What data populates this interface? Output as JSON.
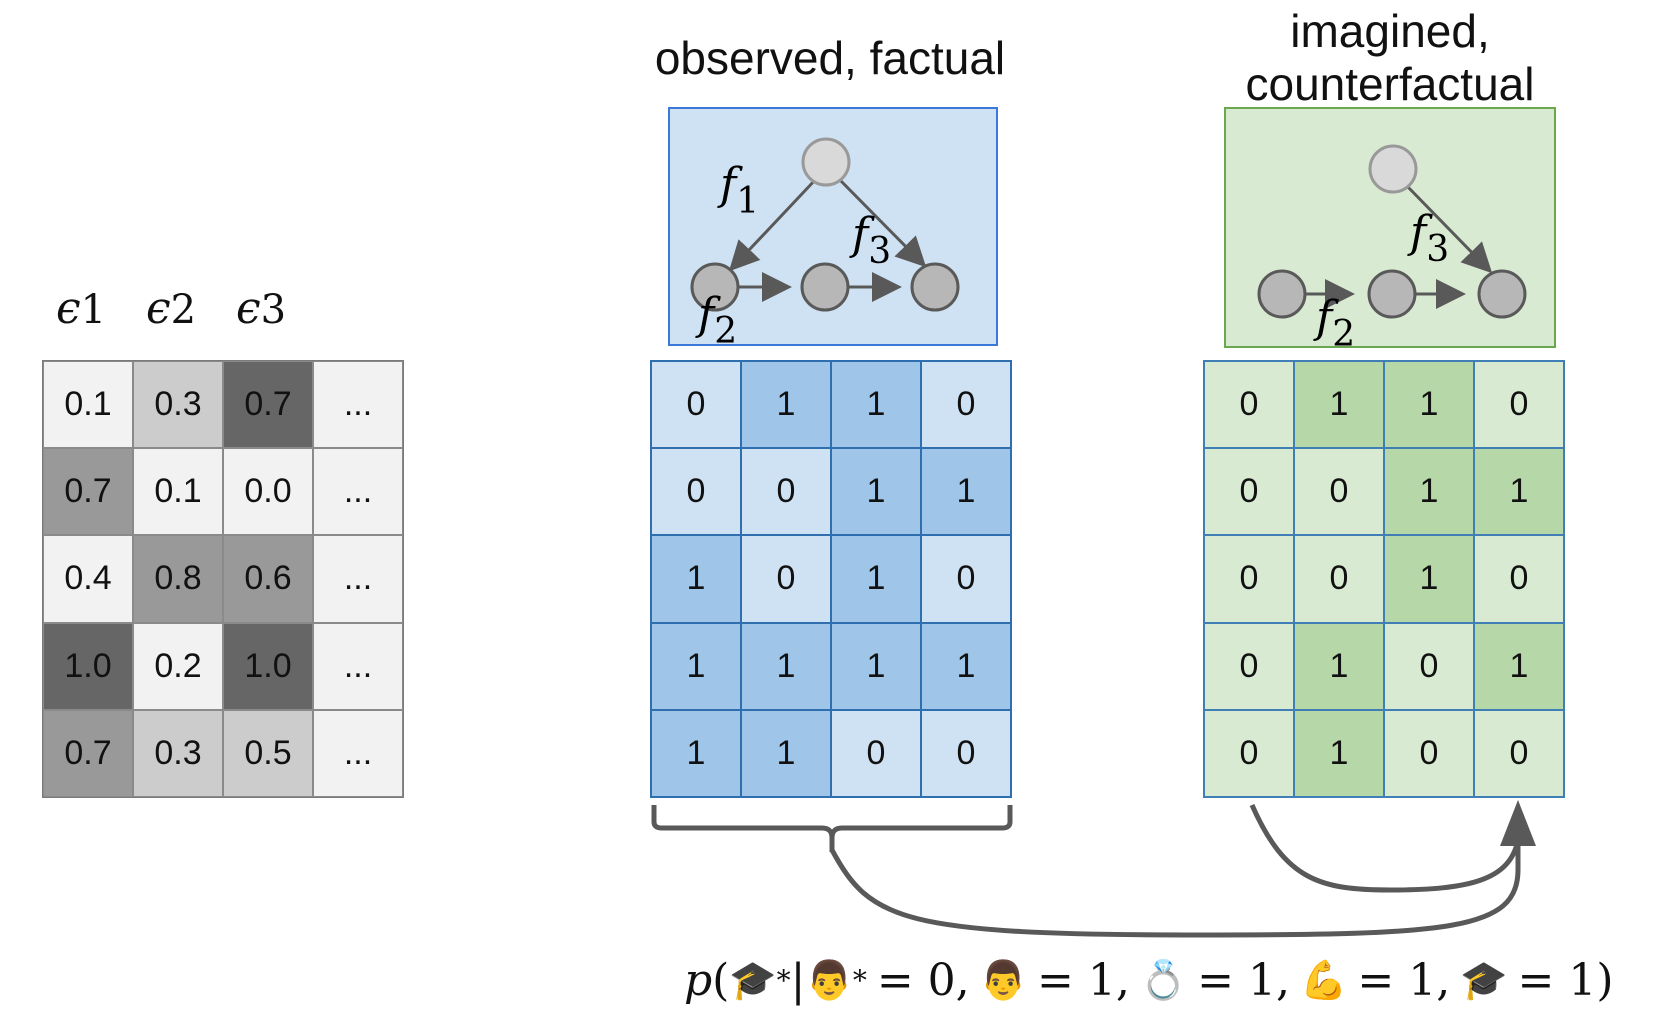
{
  "epsilon": {
    "headers": [
      "ϵ",
      "ϵ",
      "ϵ"
    ],
    "header_subscripts": [
      "1",
      "2",
      "3"
    ],
    "rows": [
      [
        "0.1",
        "0.3",
        "0.7",
        "..."
      ],
      [
        "0.7",
        "0.1",
        "0.0",
        "..."
      ],
      [
        "0.4",
        "0.8",
        "0.6",
        "..."
      ],
      [
        "1.0",
        "0.2",
        "1.0",
        "..."
      ],
      [
        "0.7",
        "0.3",
        "0.5",
        "..."
      ]
    ]
  },
  "observed": {
    "title": "observed, factual",
    "edge_labels": [
      "f",
      "f",
      "f"
    ],
    "edge_label_subscripts": [
      "1",
      "2",
      "3"
    ],
    "rows": [
      [
        "0",
        "1",
        "1",
        "0"
      ],
      [
        "0",
        "0",
        "1",
        "1"
      ],
      [
        "1",
        "0",
        "1",
        "0"
      ],
      [
        "1",
        "1",
        "1",
        "1"
      ],
      [
        "1",
        "1",
        "0",
        "0"
      ]
    ]
  },
  "counterfactual": {
    "title_line1": "imagined,",
    "title_line2": "counterfactual",
    "edge_labels": [
      "f",
      "f"
    ],
    "edge_label_subscripts": [
      "3",
      "2"
    ],
    "rows": [
      [
        "0",
        "1",
        "1",
        "0"
      ],
      [
        "0",
        "0",
        "1",
        "1"
      ],
      [
        "0",
        "0",
        "1",
        "0"
      ],
      [
        "0",
        "1",
        "0",
        "1"
      ],
      [
        "0",
        "1",
        "0",
        "0"
      ]
    ]
  },
  "formula": {
    "p": "p",
    "open_paren": "(",
    "star1": "*",
    "bar": "|",
    "star2": "*",
    "eq0": "= 0,",
    "eq1a": "= 1,",
    "eq1b": "= 1,",
    "eq1c": "= 1,",
    "eq1d": "= 1)",
    "emoji_grad": "🎓",
    "emoji_man": "👨",
    "emoji_ring": "💍",
    "emoji_muscle": "💪"
  },
  "colors": {
    "eps_light": "#f2f2f2",
    "eps_mid": "#cccccc",
    "eps_dark": "#999999",
    "eps_darkest": "#666666",
    "obs_panel_bg": "#cfe2f3",
    "obs_panel_border": "#3c78d8",
    "obs_light": "#cfe2f3",
    "obs_dark": "#9fc5e8",
    "cf_panel_bg": "#d9ead3",
    "cf_panel_border": "#6aa84f",
    "cf_light": "#d9ead3",
    "cf_dark": "#b6d7a8",
    "node_grey": "#b7b7b7",
    "node_light": "#d9d9d9",
    "arrow": "#595959"
  }
}
